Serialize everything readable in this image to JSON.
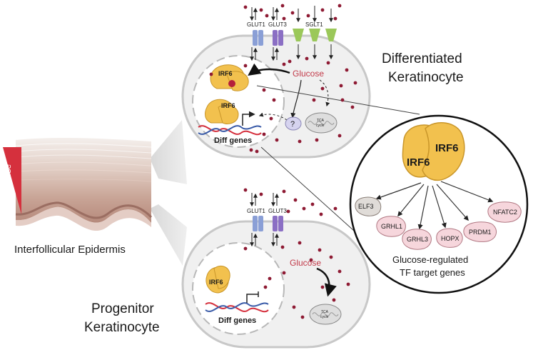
{
  "epidermis": {
    "label": "Interfollicular Epidermis",
    "gradient_label": "Glucose",
    "gradient_color": "#d5303d"
  },
  "differentiated": {
    "title_line1": "Differentiated",
    "title_line2": "Keratinocyte",
    "transporters": [
      "GLUT1",
      "GLUT3",
      "SGLT1"
    ],
    "glucose_label": "Glucose",
    "irf6_bound_label": "IRF6",
    "irf6_nuclear_label": "IRF6",
    "genes_label": "Diff genes",
    "unknown_label": "?",
    "tca_label_line1": "TCA",
    "tca_label_line2": "cycle"
  },
  "progenitor": {
    "title_line1": "Progenitor",
    "title_line2": "Keratinocyte",
    "transporters": [
      "GLUT1",
      "GLUT3"
    ],
    "glucose_label": "Glucose",
    "irf6_label": "IRF6",
    "genes_label": "Diff genes",
    "tca_label_line1": "TCA",
    "tca_label_line2": "cycle"
  },
  "zoom": {
    "irf6_top": "IRF6",
    "irf6_bottom": "IRF6",
    "targets": [
      "ELF3",
      "GRHL1",
      "GRHL3",
      "HOPX",
      "PRDM1",
      "NFATC2"
    ],
    "caption_line1": "Glucose-regulated",
    "caption_line2": "TF target genes"
  },
  "colors": {
    "glucose_dot": "#8e1a33",
    "irf6": "#f2c14e",
    "irf6_stroke": "#c9962a",
    "glut": "#8a9fd6",
    "glut3": "#8b6fc4",
    "sglt": "#9bc85a",
    "target_fill": "#f6d6dc",
    "cell_fill": "#f0f0f0",
    "cell_stroke": "#c8c8c8"
  }
}
